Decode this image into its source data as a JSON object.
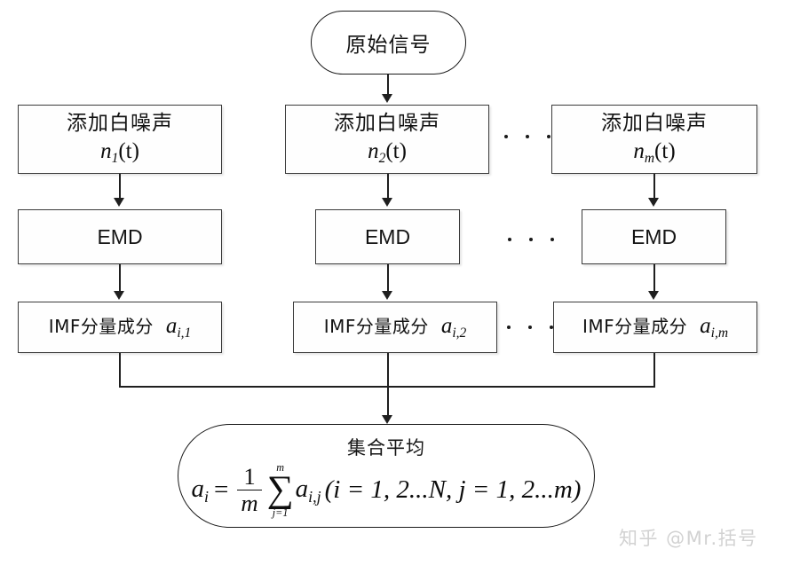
{
  "diagram": {
    "title": "EEMD flowchart",
    "source_node": {
      "label": "原始信号"
    },
    "columns": [
      {
        "noise": {
          "title": "添加白噪声",
          "symbol": "n",
          "subscript": "1",
          "arg": "(t)"
        },
        "emd": {
          "label": "EMD"
        },
        "imf": {
          "title": "IMF分量成分",
          "symbol": "a",
          "subscript": "i,1"
        }
      },
      {
        "noise": {
          "title": "添加白噪声",
          "symbol": "n",
          "subscript": "2",
          "arg": "(t)"
        },
        "emd": {
          "label": "EMD"
        },
        "imf": {
          "title": "IMF分量成分",
          "symbol": "a",
          "subscript": "i,2"
        }
      },
      {
        "noise": {
          "title": "添加白噪声",
          "symbol": "n",
          "subscript": "m",
          "arg": "(t)"
        },
        "emd": {
          "label": "EMD"
        },
        "imf": {
          "title": "IMF分量成分",
          "symbol": "a",
          "subscript": "i,m"
        }
      }
    ],
    "ellipsis": {
      "glyph": "...",
      "rows": [
        "noise-row",
        "emd-row",
        "imf-row"
      ]
    },
    "result_node": {
      "title": "集合平均",
      "formula": {
        "lhs_symbol": "a",
        "lhs_subscript": "i",
        "equals": "=",
        "fraction_numerator": "1",
        "fraction_denominator": "m",
        "sum_symbol": "∑",
        "sum_upper": "m",
        "sum_lower": "j=1",
        "summand_symbol": "a",
        "summand_subscript": "i,j",
        "condition": "(i = 1, 2...N,  j = 1, 2...m)",
        "plain_text": "a_i = (1/m) Σ_{j=1}^{m} a_{i,j} (i = 1,2...N, j = 1,2...m)"
      }
    },
    "watermark": {
      "text": "知乎 @Mr.括号"
    },
    "colors": {
      "background": "#ffffff",
      "box_border": "#3a3a3a",
      "terminal_border": "#1a1a1a",
      "connector": "#1f1f1f",
      "text": "#131313",
      "watermark": "#d2d2d2"
    }
  }
}
